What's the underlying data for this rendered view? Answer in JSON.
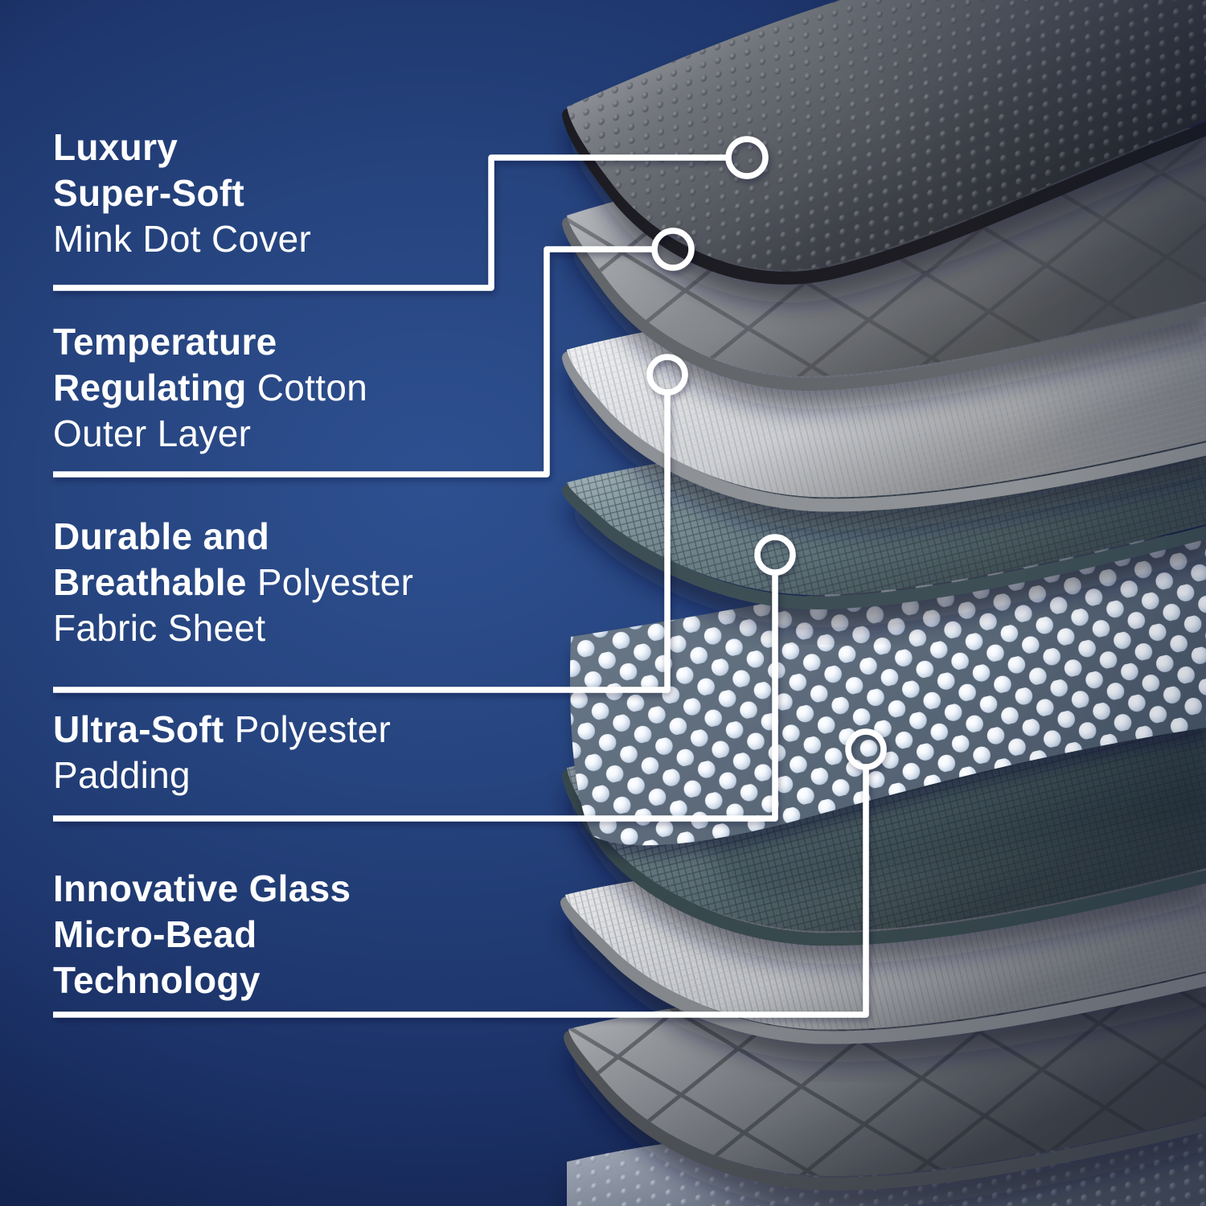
{
  "diagram": {
    "kind": "product-layer-exploded-view",
    "colors": {
      "background_center": "#2e5090",
      "background_edge": "#0d1738",
      "callout_line": "#ffffff",
      "label_text": "#ffffff",
      "mink_dot_layer": "#5e626a",
      "cotton_grid_layer": "#8d9095",
      "polyester_sheet_layer": "#dcdee2",
      "padding_mesh_layer": "#70858d",
      "glass_beads": "#eef4fb"
    }
  },
  "labels": [
    {
      "name": "mink-dot-cover",
      "line1_bold": "Luxury",
      "line2_bold": "Super-Soft",
      "line3": "Mink Dot Cover"
    },
    {
      "name": "cotton-outer-layer",
      "line1_bold": "Temperature",
      "line2_bold": "Regulating",
      "line2_rest": " Cotton",
      "line3": "Outer Layer"
    },
    {
      "name": "polyester-fabric-sheet",
      "line1_bold": "Durable and",
      "line2_bold": "Breathable",
      "line2_rest": " Polyester",
      "line3": "Fabric Sheet"
    },
    {
      "name": "polyester-padding",
      "line1_bold": "Ultra-Soft",
      "line1_rest": " Polyester",
      "line2": "Padding"
    },
    {
      "name": "glass-micro-bead-technology",
      "line1_bold": "Innovative Glass",
      "line2_bold": "Micro-Bead",
      "line3_bold": "Technology"
    }
  ],
  "layers": [
    {
      "name": "mink-dot-cover-top"
    },
    {
      "name": "cotton-grid-layer-top"
    },
    {
      "name": "polyester-fabric-sheet-top"
    },
    {
      "name": "polyester-padding-mesh-top"
    },
    {
      "name": "glass-micro-beads"
    },
    {
      "name": "polyester-padding-mesh-bottom"
    },
    {
      "name": "polyester-fabric-sheet-bottom"
    },
    {
      "name": "cotton-grid-layer-bottom"
    },
    {
      "name": "mink-dot-cover-bottom"
    }
  ]
}
